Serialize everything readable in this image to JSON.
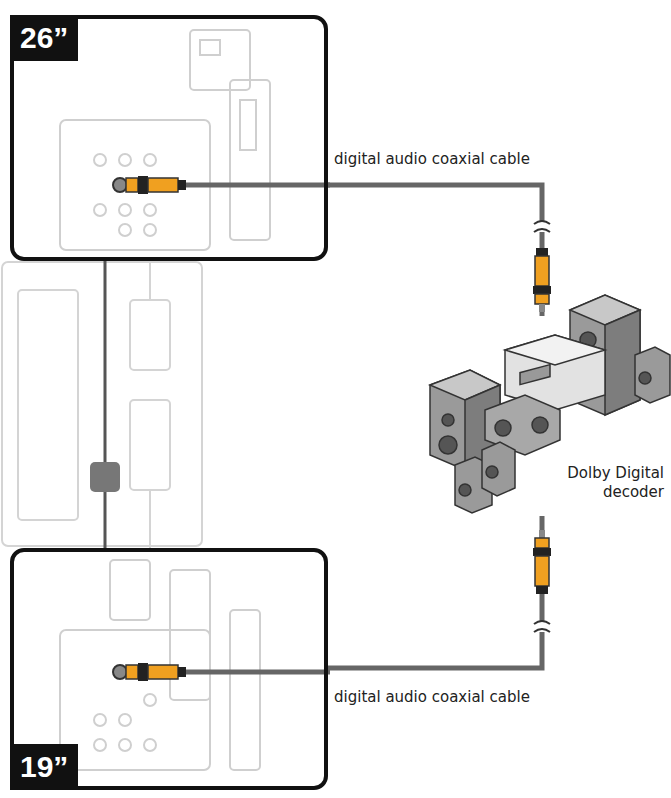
{
  "diagram": {
    "nodes": [
      {
        "text": [
          "26”"
        ]
      },
      {
        "text": [
          "19”"
        ]
      },
      {
        "text": [
          "Dolby Digital decoder"
        ]
      }
    ],
    "edges": [
      {
        "from": 0,
        "to": 2,
        "arrow": "none",
        "label": "digital audio coaxial cable"
      },
      {
        "from": 1,
        "to": 2,
        "arrow": "none",
        "label": "digital audio coaxial cable"
      }
    ]
  }
}
